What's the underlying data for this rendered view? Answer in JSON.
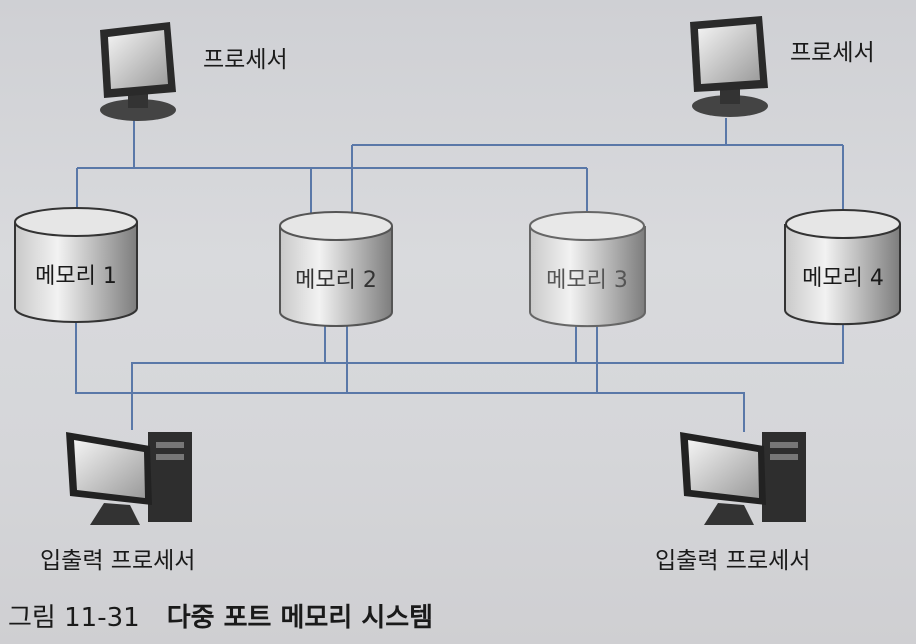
{
  "processors": [
    {
      "label": "프로세서"
    },
    {
      "label": "프로세서"
    }
  ],
  "memories": [
    {
      "label": "메모리 1"
    },
    {
      "label": "메모리 2"
    },
    {
      "label": "메모리 3"
    },
    {
      "label": "메모리 4"
    }
  ],
  "io_processors": [
    {
      "label": "입출력 프로세서"
    },
    {
      "label": "입출력 프로세서"
    }
  ],
  "caption": {
    "number": "그림 11-31",
    "title": "다중 포트 메모리 시스템"
  },
  "colors": {
    "bus": "#5a78a8",
    "cylinder_edge": "#333333"
  }
}
